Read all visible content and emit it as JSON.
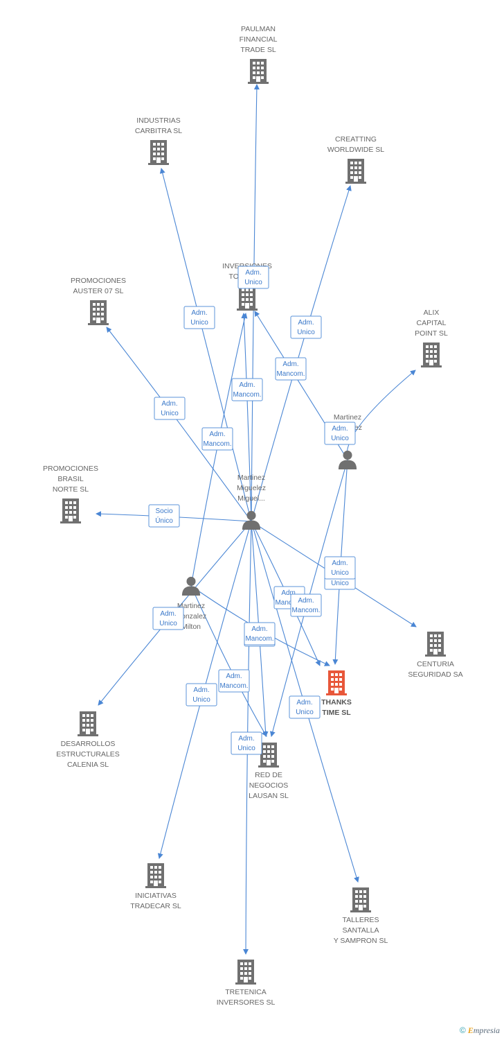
{
  "colors": {
    "edge": "#4a86d4",
    "building": "#707070",
    "focus_building": "#e8573a",
    "person": "#707070"
  },
  "nodes": [
    {
      "id": "paulman",
      "type": "company",
      "icon": "building-icon",
      "label": [
        "PAULMAN",
        "FINANCIAL",
        "TRADE SL"
      ]
    },
    {
      "id": "industrias",
      "type": "company",
      "icon": "building-icon",
      "label": [
        "INDUSTRIAS",
        "CARBITRA  SL"
      ]
    },
    {
      "id": "creatting",
      "type": "company",
      "icon": "building-icon",
      "label": [
        "CREATTING",
        "WORLDWIDE SL"
      ]
    },
    {
      "id": "inversiones",
      "type": "company",
      "icon": "building-icon",
      "label": [
        "INVERSIONES",
        "TOUCH SL"
      ]
    },
    {
      "id": "promauster",
      "type": "company",
      "icon": "building-icon",
      "label": [
        "PROMOCIONES",
        "AUSTER 07 SL"
      ]
    },
    {
      "id": "alix",
      "type": "company",
      "icon": "building-icon",
      "label": [
        "ALIX",
        "CAPITAL",
        "POINT SL"
      ]
    },
    {
      "id": "prombrasil",
      "type": "company",
      "icon": "building-icon",
      "label": [
        "PROMOCIONES",
        "BRASIL",
        "NORTE SL"
      ]
    },
    {
      "id": "centuria",
      "type": "company",
      "icon": "building-icon",
      "label": [
        "CENTURIA",
        "SEGURIDAD SA"
      ]
    },
    {
      "id": "thanks",
      "type": "focus",
      "icon": "building-icon",
      "label": [
        "THANKS",
        "TIME SL"
      ]
    },
    {
      "id": "desarrollos",
      "type": "company",
      "icon": "building-icon",
      "label": [
        "DESARROLLOS",
        "ESTRUCTURALES",
        "CALENIA SL"
      ]
    },
    {
      "id": "red",
      "type": "company",
      "icon": "building-icon",
      "label": [
        "RED DE",
        "NEGOCIOS",
        "LAUSAN SL"
      ]
    },
    {
      "id": "iniciativas",
      "type": "company",
      "icon": "building-icon",
      "label": [
        "INICIATIVAS",
        "TRADECAR  SL"
      ]
    },
    {
      "id": "talleres",
      "type": "company",
      "icon": "building-icon",
      "label": [
        "TALLERES",
        "SANTALLA",
        "Y SAMPRON SL"
      ]
    },
    {
      "id": "tretenica",
      "type": "company",
      "icon": "building-icon",
      "label": [
        "TRETENICA",
        "INVERSORES SL"
      ]
    },
    {
      "id": "p_main",
      "type": "person",
      "icon": "person-icon",
      "label": [
        "Martinez",
        "Miguelez",
        "Miguel..."
      ]
    },
    {
      "id": "p_right",
      "type": "person",
      "icon": "person-icon",
      "label": [
        "Martinez",
        "Miguelez",
        "..."
      ]
    },
    {
      "id": "p_left",
      "type": "person",
      "icon": "person-icon",
      "label": [
        "Martinez",
        "Gonzalez",
        "Milton"
      ]
    }
  ],
  "edges": [
    {
      "from": "p_main",
      "to": "paulman",
      "label": [
        "Adm.",
        "Unico"
      ]
    },
    {
      "from": "p_main",
      "to": "industrias",
      "label": [
        "Adm.",
        "Unico"
      ]
    },
    {
      "from": "p_main",
      "to": "creatting",
      "label": [
        "Adm.",
        "Unico"
      ]
    },
    {
      "from": "p_main",
      "to": "inversiones",
      "label": [
        "Adm.",
        "Mancom."
      ]
    },
    {
      "from": "p_main",
      "to": "promauster",
      "label": [
        "Adm.",
        "Unico"
      ]
    },
    {
      "from": "p_main",
      "to": "prombrasil",
      "label": [
        "Socio",
        "Único"
      ]
    },
    {
      "from": "p_main",
      "to": "centuria",
      "label": [
        "Adm.",
        "Unico"
      ]
    },
    {
      "from": "p_main",
      "to": "thanks",
      "label": [
        "Adm.",
        "Mancom."
      ]
    },
    {
      "from": "p_main",
      "to": "desarrollos",
      "label": [
        "Adm.",
        "Unico"
      ]
    },
    {
      "from": "p_main",
      "to": "red",
      "label": [
        "Adm.",
        "Mancom."
      ]
    },
    {
      "from": "p_main",
      "to": "iniciativas",
      "label": [
        "Adm.",
        "Unico"
      ]
    },
    {
      "from": "p_main",
      "to": "talleres",
      "label": [
        "Adm.",
        "Unico"
      ]
    },
    {
      "from": "p_main",
      "to": "tretenica",
      "label": [
        "Adm.",
        "Unico"
      ]
    },
    {
      "from": "p_right",
      "to": "alix",
      "label": [
        "Adm.",
        "Unico"
      ]
    },
    {
      "from": "p_right",
      "to": "inversiones",
      "label": [
        "Adm.",
        "Mancom."
      ]
    },
    {
      "from": "p_right",
      "to": "thanks",
      "label": [
        "Adm.",
        "Unico"
      ]
    },
    {
      "from": "p_right",
      "to": "red",
      "label": [
        "Adm.",
        "Mancom."
      ]
    },
    {
      "from": "p_left",
      "to": "inversiones",
      "label": [
        "Adm.",
        "Mancom."
      ]
    },
    {
      "from": "p_left",
      "to": "thanks",
      "label": [
        "Adm.",
        "Mancom."
      ]
    },
    {
      "from": "p_left",
      "to": "red",
      "label": [
        "Adm.",
        "Mancom."
      ]
    }
  ],
  "watermark": {
    "copyright": "©",
    "brand_initial": "E",
    "brand_rest": "mpresia"
  }
}
